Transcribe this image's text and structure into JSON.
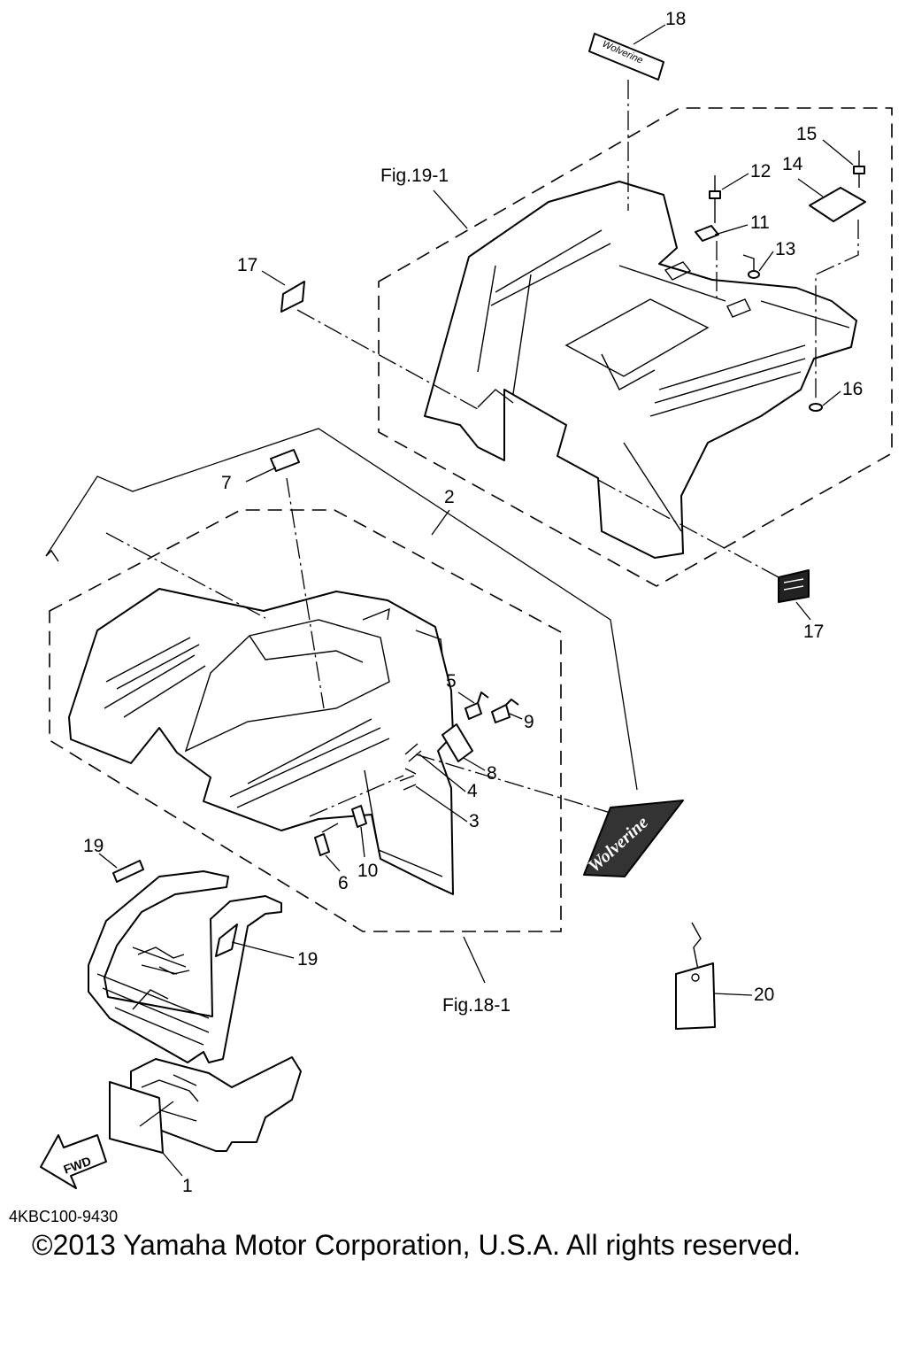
{
  "diagram": {
    "callouts": {
      "c1": "1",
      "c2": "2",
      "c3": "3",
      "c4": "4",
      "c5": "5",
      "c6": "6",
      "c7": "7",
      "c8": "8",
      "c9": "9",
      "c10": "10",
      "c11": "11",
      "c12": "12",
      "c13": "13",
      "c14": "14",
      "c15": "15",
      "c16": "16",
      "c17a": "17",
      "c17b": "17",
      "c18": "18",
      "c19a": "19",
      "c19b": "19",
      "c20": "20"
    },
    "fig_refs": {
      "rear": "Fig.19-1",
      "front": "Fig.18-1"
    },
    "decal_marks": {
      "fwd": "FWD",
      "brand": "Wolverine"
    }
  },
  "footer": {
    "code": "4KBC100-9430",
    "copyright": "©2013 Yamaha Motor Corporation, U.S.A. All rights reserved."
  }
}
